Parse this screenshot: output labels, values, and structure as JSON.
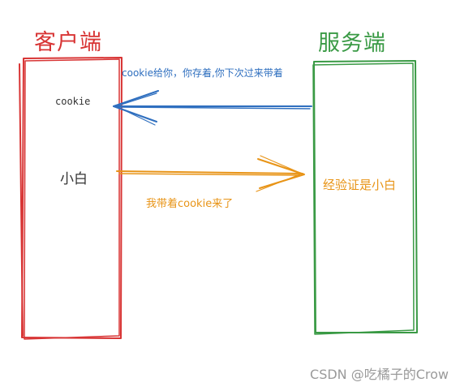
{
  "client": {
    "title": "客户端",
    "cookie_label": "cookie",
    "identity_label": "小白"
  },
  "server": {
    "title": "服务端",
    "result_label": "经验证是小白"
  },
  "arrows": {
    "server_to_client_label": "cookie给你，你存着,你下次过来带着",
    "client_to_server_label": "我带着cookie来了"
  },
  "watermark": "CSDN @吃橘子的Crow",
  "colors": {
    "client": "#d83434",
    "server": "#3a9a45",
    "response_arrow": "#2f6fbf",
    "request_arrow": "#e89417",
    "text_dark": "#333333"
  }
}
